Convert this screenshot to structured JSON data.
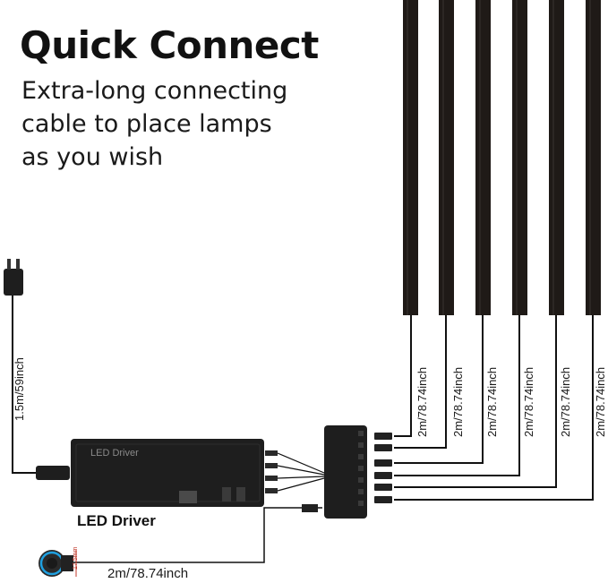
{
  "header": {
    "title": "Quick Connect",
    "subtitle_lines": [
      "Extra-long connecting",
      "cable to place lamps",
      "as you wish"
    ]
  },
  "driver": {
    "label": "LED Driver",
    "printed_name": "LED Driver"
  },
  "cables": {
    "power_cord": "1.5m/59inch",
    "lamp_cables": [
      "2m/78.74inch",
      "2m/78.74inch",
      "2m/78.74inch",
      "2m/78.74inch",
      "2m/78.74inch",
      "2m/78.74inch"
    ],
    "switch_cable": "2m/78.74inch",
    "switch_size": "17.5mm"
  },
  "colors": {
    "lamp": "#1f1a17",
    "driver": "#1e1e1e",
    "cable": "#111111",
    "switch_ring": "#1fa0e0"
  },
  "icons": {
    "power": "plug-icon",
    "switch": "touch-switch-icon"
  }
}
